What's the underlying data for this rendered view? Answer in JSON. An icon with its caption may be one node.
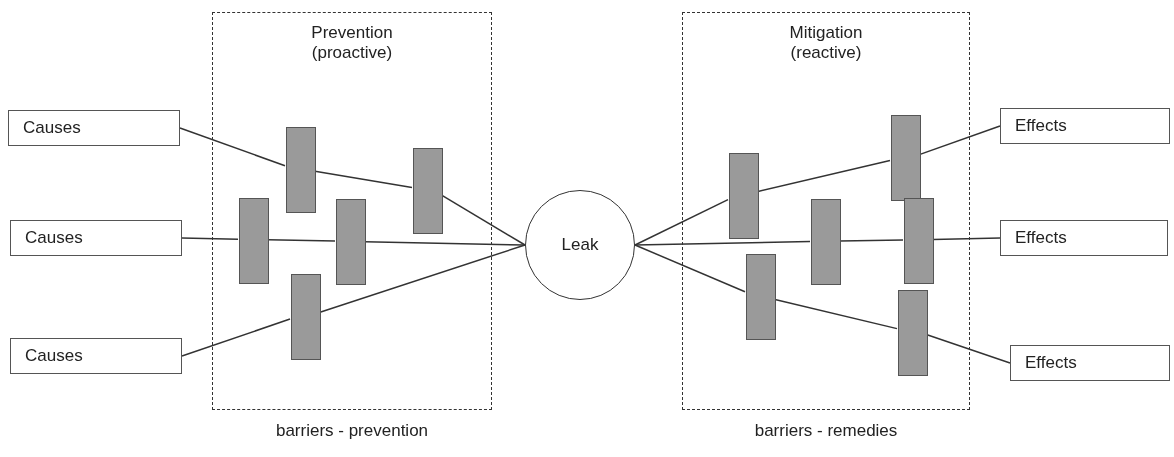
{
  "diagram": {
    "nodes": [
      {
        "text": [
          "Causes"
        ]
      },
      {
        "text": [
          "Causes"
        ]
      },
      {
        "text": [
          "Causes"
        ]
      },
      {
        "text": [
          "Prevention (proactive)"
        ],
        "beside": [
          "barriers - prevention"
        ]
      },
      {
        "text": [],
        "shape": "bar",
        "in": 3
      },
      {
        "text": [],
        "shape": "bar",
        "in": 3
      },
      {
        "text": [],
        "shape": "bar",
        "in": 3
      },
      {
        "text": [],
        "shape": "bar",
        "in": 3
      },
      {
        "text": [],
        "shape": "bar",
        "in": 3
      },
      {
        "text": [
          "Leak"
        ]
      },
      {
        "text": [
          "Mitigation (reactive)"
        ],
        "beside": [
          "barriers - remedies"
        ]
      },
      {
        "text": [],
        "shape": "bar",
        "in": 10
      },
      {
        "text": [],
        "shape": "bar",
        "in": 10
      },
      {
        "text": [],
        "shape": "bar",
        "in": 10
      },
      {
        "text": [],
        "shape": "bar",
        "in": 10
      },
      {
        "text": [],
        "shape": "bar",
        "in": 10
      },
      {
        "text": [],
        "shape": "bar",
        "in": 10
      },
      {
        "text": [
          "Effects"
        ]
      },
      {
        "text": [
          "Effects"
        ]
      },
      {
        "text": [
          "Effects"
        ]
      }
    ],
    "edges": [
      {
        "from": 0,
        "to": 5,
        "arrow": "none"
      },
      {
        "from": 5,
        "to": 8,
        "arrow": "none"
      },
      {
        "from": 8,
        "to": 9,
        "arrow": "none"
      },
      {
        "from": 1,
        "to": 4,
        "arrow": "none"
      },
      {
        "from": 4,
        "to": 7,
        "arrow": "none"
      },
      {
        "from": 7,
        "to": 9,
        "arrow": "none"
      },
      {
        "from": 2,
        "to": 6,
        "arrow": "none"
      },
      {
        "from": 6,
        "to": 9,
        "arrow": "none"
      },
      {
        "from": 9,
        "to": 11,
        "arrow": "none"
      },
      {
        "from": 11,
        "to": 14,
        "arrow": "none"
      },
      {
        "from": 14,
        "to": 17,
        "arrow": "none"
      },
      {
        "from": 9,
        "to": 13,
        "arrow": "none"
      },
      {
        "from": 13,
        "to": 16,
        "arrow": "none"
      },
      {
        "from": 16,
        "to": 18,
        "arrow": "none"
      },
      {
        "from": 9,
        "to": 12,
        "arrow": "none"
      },
      {
        "from": 12,
        "to": 15,
        "arrow": "none"
      },
      {
        "from": 15,
        "to": 19,
        "arrow": "none"
      }
    ]
  }
}
